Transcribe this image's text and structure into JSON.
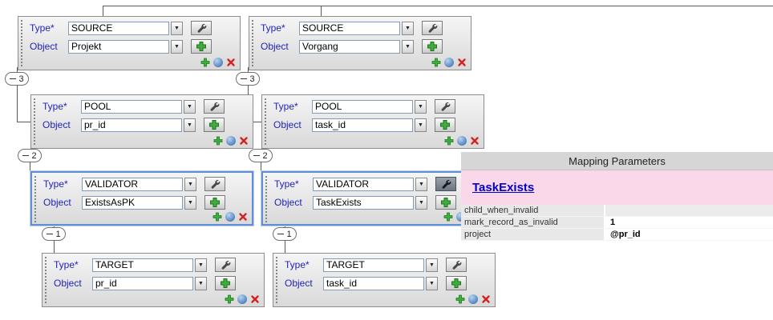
{
  "labels": {
    "type": "Type*",
    "object": "Object"
  },
  "icons": {
    "dropdown_arrow": "▼"
  },
  "columns": [
    {
      "side": "left",
      "connectors": [
        "3",
        "2",
        "1"
      ],
      "nodes": [
        {
          "type": "SOURCE",
          "object": "Projekt"
        },
        {
          "type": "POOL",
          "object": "pr_id"
        },
        {
          "type": "VALIDATOR",
          "object": "ExistsAsPK"
        },
        {
          "type": "TARGET",
          "object": "pr_id"
        }
      ]
    },
    {
      "side": "right",
      "connectors": [
        "3",
        "2",
        "1"
      ],
      "nodes": [
        {
          "type": "SOURCE",
          "object": "Vorgang"
        },
        {
          "type": "POOL",
          "object": "task_id"
        },
        {
          "type": "VALIDATOR",
          "object": "TaskExists"
        },
        {
          "type": "TARGET",
          "object": "task_id"
        }
      ]
    }
  ],
  "mapping_parameters": {
    "title": "Mapping Parameters",
    "validator_link": "TaskExists",
    "rows": [
      {
        "name": "child_when_invalid",
        "value": ""
      },
      {
        "name": "mark_record_as_invalid",
        "value": "1"
      },
      {
        "name": "project",
        "value": "@pr_id"
      }
    ]
  },
  "colors": {
    "label_blue": "#2222bb",
    "selection_blue": "#5f8fd6",
    "link_blue": "#0000cc",
    "banner_pink": "#fad7e9",
    "button_green": "#3fae3f",
    "delete_red": "#d22222"
  }
}
